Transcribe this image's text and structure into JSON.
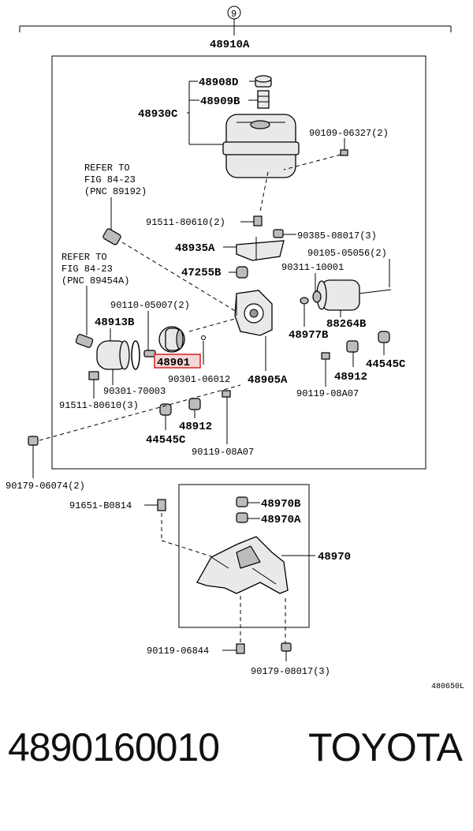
{
  "diagram": {
    "callout": "9",
    "assembly": "48910A",
    "labels": {
      "p48908D": "48908D",
      "p48909B": "48909B",
      "p48930C": "48930C",
      "p90109": "90109-06327(2)",
      "refer1_l1": "REFER TO",
      "refer1_l2": "FIG 84-23",
      "refer1_l3": "(PNC 89192)",
      "p91511a": "91511-80610(2)",
      "p48935A": "48935A",
      "p90385": "90385-08017(3)",
      "refer2_l1": "REFER TO",
      "refer2_l2": "FIG 84-23",
      "refer2_l3": "(PNC 89454A)",
      "p90105": "90105-05056(2)",
      "p47255B": "47255B",
      "p90311": "90311-10001",
      "p90110": "90110-05007(2)",
      "p48913B": "48913B",
      "p88264B": "88264B",
      "p48977B": "48977B",
      "p48901": "48901",
      "p44545C_r": "44545C",
      "p48912_r": "48912",
      "p90301_6012": "90301-06012",
      "p48905A": "48905A",
      "p90301_70003": "90301-70003",
      "p90119_08A07_r": "90119-08A07",
      "p91511b": "91511-80610(3)",
      "p48912_c": "48912",
      "p44545C_c": "44545C",
      "p90119_08A07_c": "90119-08A07",
      "p90179_06074": "90179-06074(2)",
      "p91651": "91651-B0814",
      "p48970B": "48970B",
      "p48970A": "48970A",
      "p48970": "48970",
      "p90119_06844": "90119-06844",
      "p90179_08017": "90179-08017(3)",
      "code": "480650L"
    }
  },
  "footer": {
    "part_number": "4890160010",
    "brand": "TOYOTA"
  },
  "colors": {
    "highlight": "#d32f2f",
    "highlight_fill": "#f6d6d6"
  }
}
